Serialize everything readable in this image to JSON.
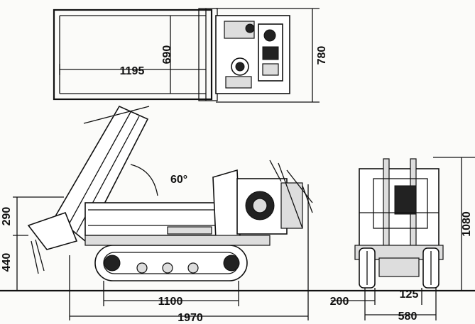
{
  "dimensions": {
    "top_length": "1195",
    "top_inner_width": "690",
    "top_overall_width": "780",
    "tilt_angle": "60°",
    "upper_height": "290",
    "lower_height": "440",
    "track_length": "1100",
    "overall_length": "1970",
    "ground_clearance_offset": "200",
    "track_width": "125",
    "overall_width": "580",
    "overall_height": "1080"
  },
  "colors": {
    "line": "#111111",
    "background": "#fbfbf9"
  }
}
